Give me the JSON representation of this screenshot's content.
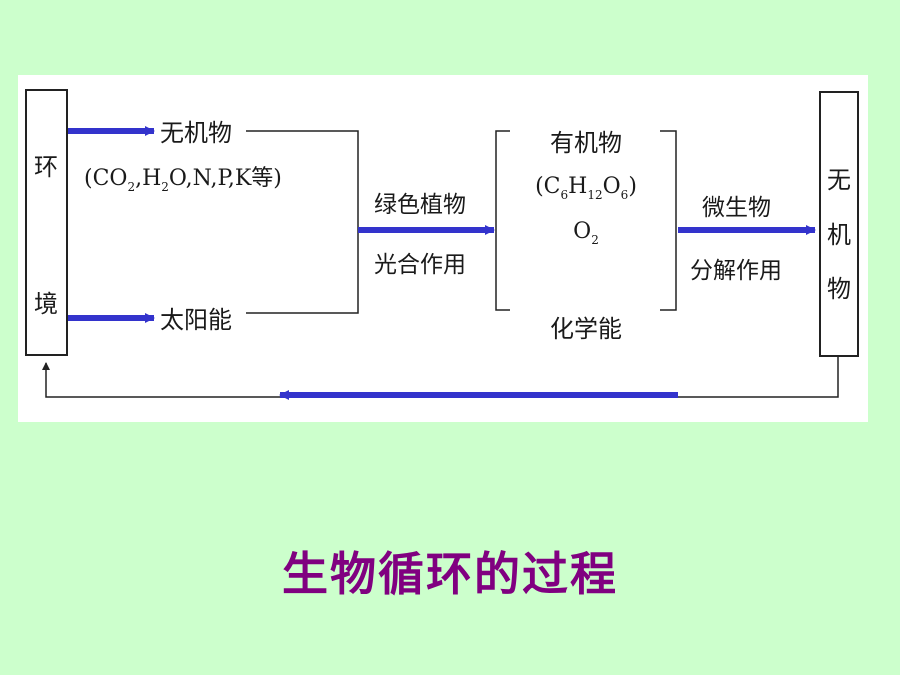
{
  "diagram": {
    "environment": {
      "chars": [
        "环",
        "境"
      ]
    },
    "inorganic_input": {
      "title": "无机物",
      "formula_parts": [
        "(CO",
        "2",
        ",H",
        "2",
        "O,N,P,K等)"
      ]
    },
    "solar": {
      "label": "太阳能"
    },
    "green_plants": {
      "top": "绿色植物",
      "bottom": "光合作用"
    },
    "organic": {
      "title": "有机物",
      "formula_parts": [
        "(C",
        "6",
        "H",
        "12",
        "O",
        "6",
        ")"
      ],
      "oxygen_parts": [
        "O",
        "2"
      ],
      "energy": "化学能"
    },
    "microbes": {
      "top": "微生物",
      "bottom": "分解作用"
    },
    "inorganic_output": {
      "chars": [
        "无",
        "机",
        "物"
      ]
    },
    "colors": {
      "arrow": "#3333cc",
      "line": "#222222"
    }
  },
  "caption": "生物循环的过程"
}
